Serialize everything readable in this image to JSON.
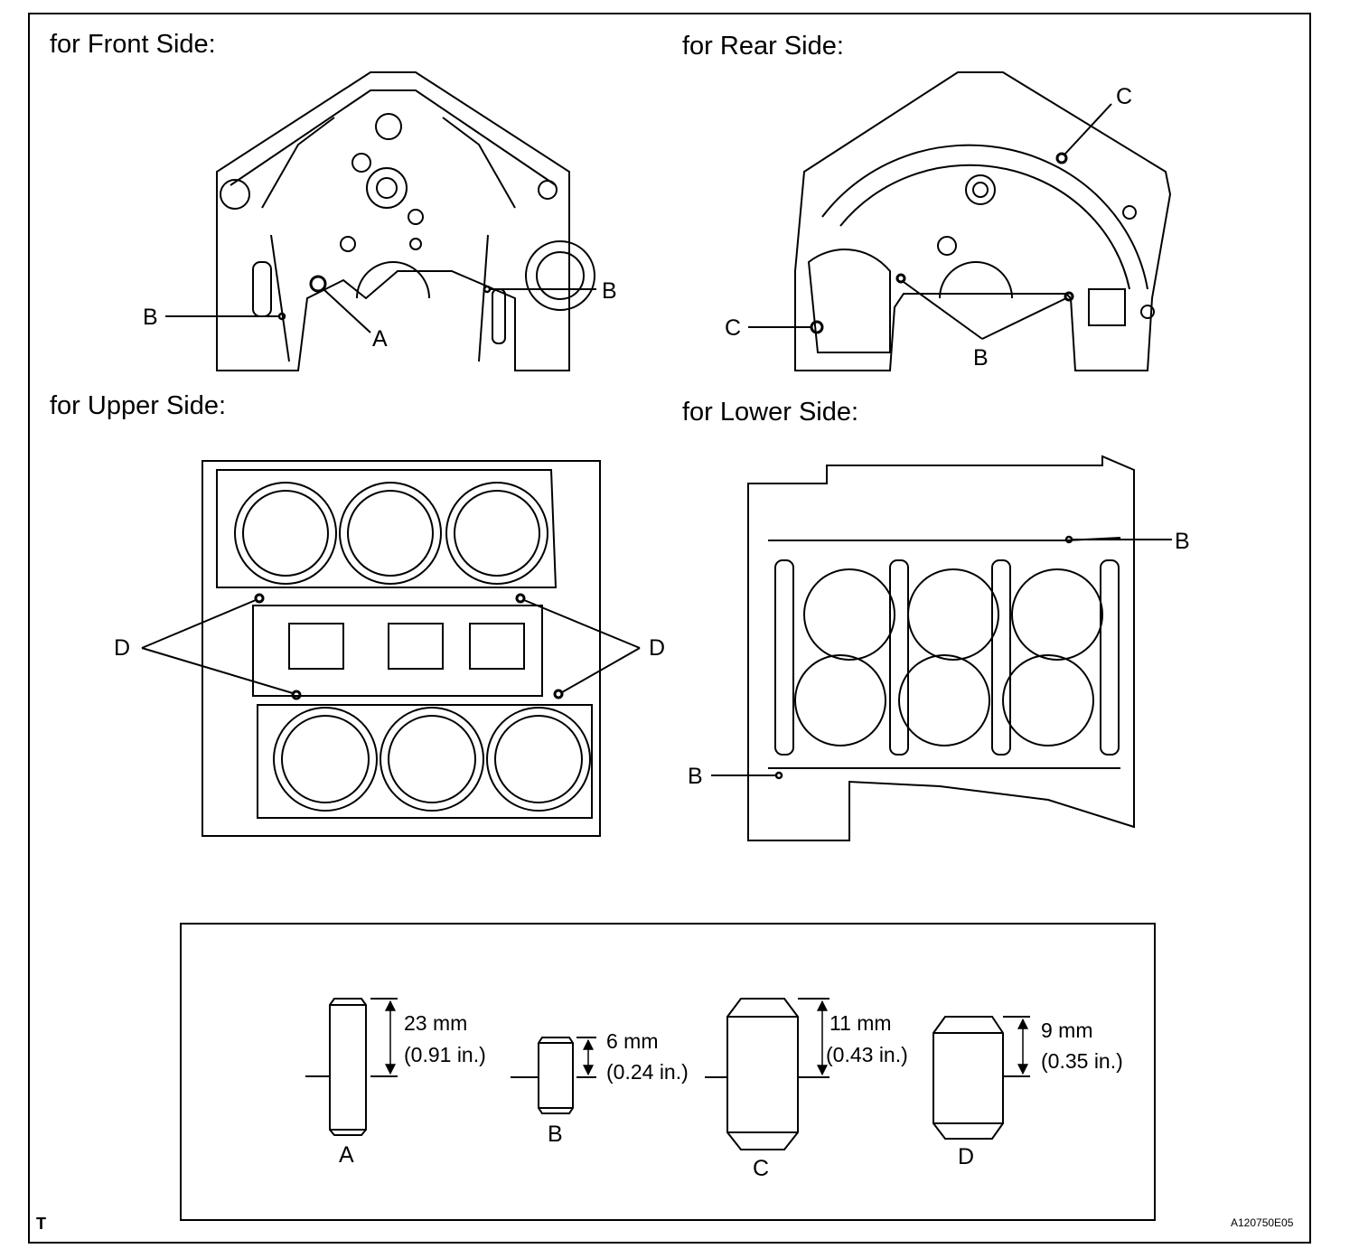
{
  "views": {
    "front": {
      "title": "for Front Side:",
      "callouts": {
        "a": "A",
        "b_left": "B",
        "b_right": "B"
      }
    },
    "rear": {
      "title": "for Rear Side:",
      "callouts": {
        "c_top": "C",
        "c_left": "C",
        "b": "B"
      }
    },
    "upper": {
      "title": "for Upper Side:",
      "callouts": {
        "d_left": "D",
        "d_right": "D"
      }
    },
    "lower": {
      "title": "for Lower Side:",
      "callouts": {
        "b_top": "B",
        "b_bottom": "B"
      }
    }
  },
  "pins": [
    {
      "label": "A",
      "length_mm": "23 mm",
      "length_in": "(0.91 in.)"
    },
    {
      "label": "B",
      "length_mm": "6 mm",
      "length_in": "(0.24 in.)"
    },
    {
      "label": "C",
      "length_mm": "11 mm",
      "length_in": "(0.43 in.)"
    },
    {
      "label": "D",
      "length_mm": "9 mm",
      "length_in": "(0.35 in.)"
    }
  ],
  "footer": {
    "left_mark": "T",
    "figure_id": "A120750E05"
  }
}
